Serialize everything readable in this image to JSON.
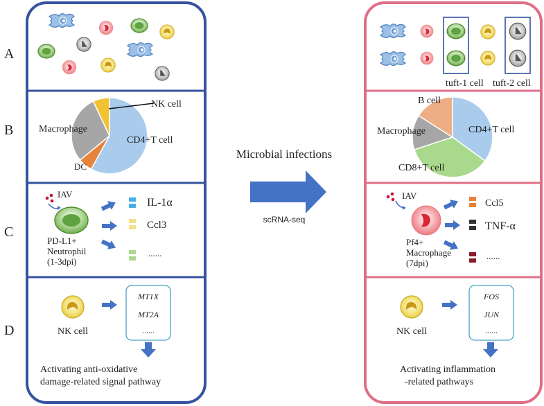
{
  "rows": {
    "a": "A",
    "b": "B",
    "c": "C",
    "d": "D"
  },
  "center": {
    "title": "Microbial infections",
    "method": "scRNA-seq"
  },
  "left": {
    "pie": {
      "nk": "NK cell",
      "macrophage": "Macrophage",
      "cd4": "CD4+T cell",
      "dc": "DC"
    },
    "c": {
      "virus": "IAV",
      "cell": [
        "PD-L1+",
        "Neutrophil",
        "(1-3dpi)"
      ],
      "out1": "IL-1α",
      "out2": "Ccl3",
      "out3": "......"
    },
    "d": {
      "cell": "NK cell",
      "genes": [
        "MT1X",
        "MT2A",
        "......"
      ],
      "result": [
        "Activating anti-oxidative",
        "damage-related signal pathway"
      ]
    }
  },
  "right": {
    "a": {
      "tuft1": "tuft-1 cell",
      "tuft2": "tuft-2 cell"
    },
    "pie": {
      "bcell": "B cell",
      "macrophage": "Macrophage",
      "cd4": "CD4+T cell",
      "cd8": "CD8+T cell"
    },
    "c": {
      "virus": "IAV",
      "cell": [
        "Pf4+",
        "Macrophage",
        "(7dpi)"
      ],
      "out1": "Ccl5",
      "out2": "TNF-α",
      "out3": "......"
    },
    "d": {
      "cell": "NK cell",
      "genes": [
        "FOS",
        "JUN",
        "......"
      ],
      "result": [
        "Activating inflammation",
        "-related pathways"
      ]
    }
  },
  "chart_data": [
    {
      "type": "pie",
      "slices": [
        {
          "label": "CD4+T cell",
          "value": 58,
          "color": "#a9cbec"
        },
        {
          "label": "DC",
          "value": 6,
          "color": "#e7833c"
        },
        {
          "label": "Macrophage",
          "value": 29,
          "color": "#a6a6a6"
        },
        {
          "label": "NK cell",
          "value": 7,
          "color": "#f2c232"
        }
      ]
    },
    {
      "type": "pie",
      "slices": [
        {
          "label": "CD4+T cell",
          "value": 35,
          "color": "#a9cbec"
        },
        {
          "label": "CD8+T cell",
          "value": 35,
          "color": "#a9d98d"
        },
        {
          "label": "Macrophage",
          "value": 14,
          "color": "#a6a6a6"
        },
        {
          "label": "B cell",
          "value": 16,
          "color": "#eeae85"
        }
      ]
    }
  ]
}
